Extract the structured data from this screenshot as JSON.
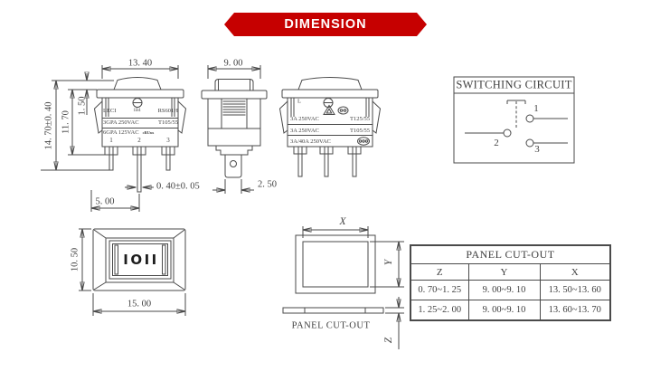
{
  "banner": {
    "label": "DIMENSION",
    "bg": "#c60000"
  },
  "front_view": {
    "dim_width": "13. 40",
    "dim_total_height": "14. 70±0. 40",
    "dim_body_height": "11. 70",
    "dim_bezel": "1. 50",
    "dim_pin_pitch": "5. 00",
    "dim_pin_thickness": "0. 40±0. 05",
    "brand": "LECI",
    "code": "1B4",
    "model": "RS601H",
    "rating1_left": "3GPA 250VAC",
    "rating1_right": "T105/55",
    "rating2_left": "6GPA 125VAC",
    "ul_logo": "cRUus",
    "terminals": [
      "1",
      "2",
      "3"
    ]
  },
  "side_view": {
    "dim_width": "9. 00",
    "dim_pin_width": "2. 50"
  },
  "front_view_2": {
    "mark_l": "L",
    "rating1_left": "3A 250VAC",
    "rating1_right": "T125/55",
    "rating2_left": "3A 250VAC",
    "rating2_right": "T105/55",
    "rating3": "3A/40A 250VAC"
  },
  "switching_circuit": {
    "title": "SWITCHING CIRCUIT",
    "t1": "1",
    "t2": "2",
    "t3": "3"
  },
  "top_view": {
    "dim_height": "10. 50",
    "dim_width": "15. 00",
    "rocker_marking": "IOII"
  },
  "panel_cutout": {
    "dim_x_label": "X",
    "dim_y_label": "Y",
    "dim_z_label": "Z",
    "caption": "PANEL CUT-OUT"
  },
  "cutout_table": {
    "title": "PANEL CUT-OUT",
    "headers": [
      "Z",
      "Y",
      "X"
    ],
    "rows": [
      [
        "0. 70~1. 25",
        "9. 00~9. 10",
        "13. 50~13. 60"
      ],
      [
        "1. 25~2. 00",
        "9. 00~9. 10",
        "13. 60~13. 70"
      ]
    ]
  }
}
